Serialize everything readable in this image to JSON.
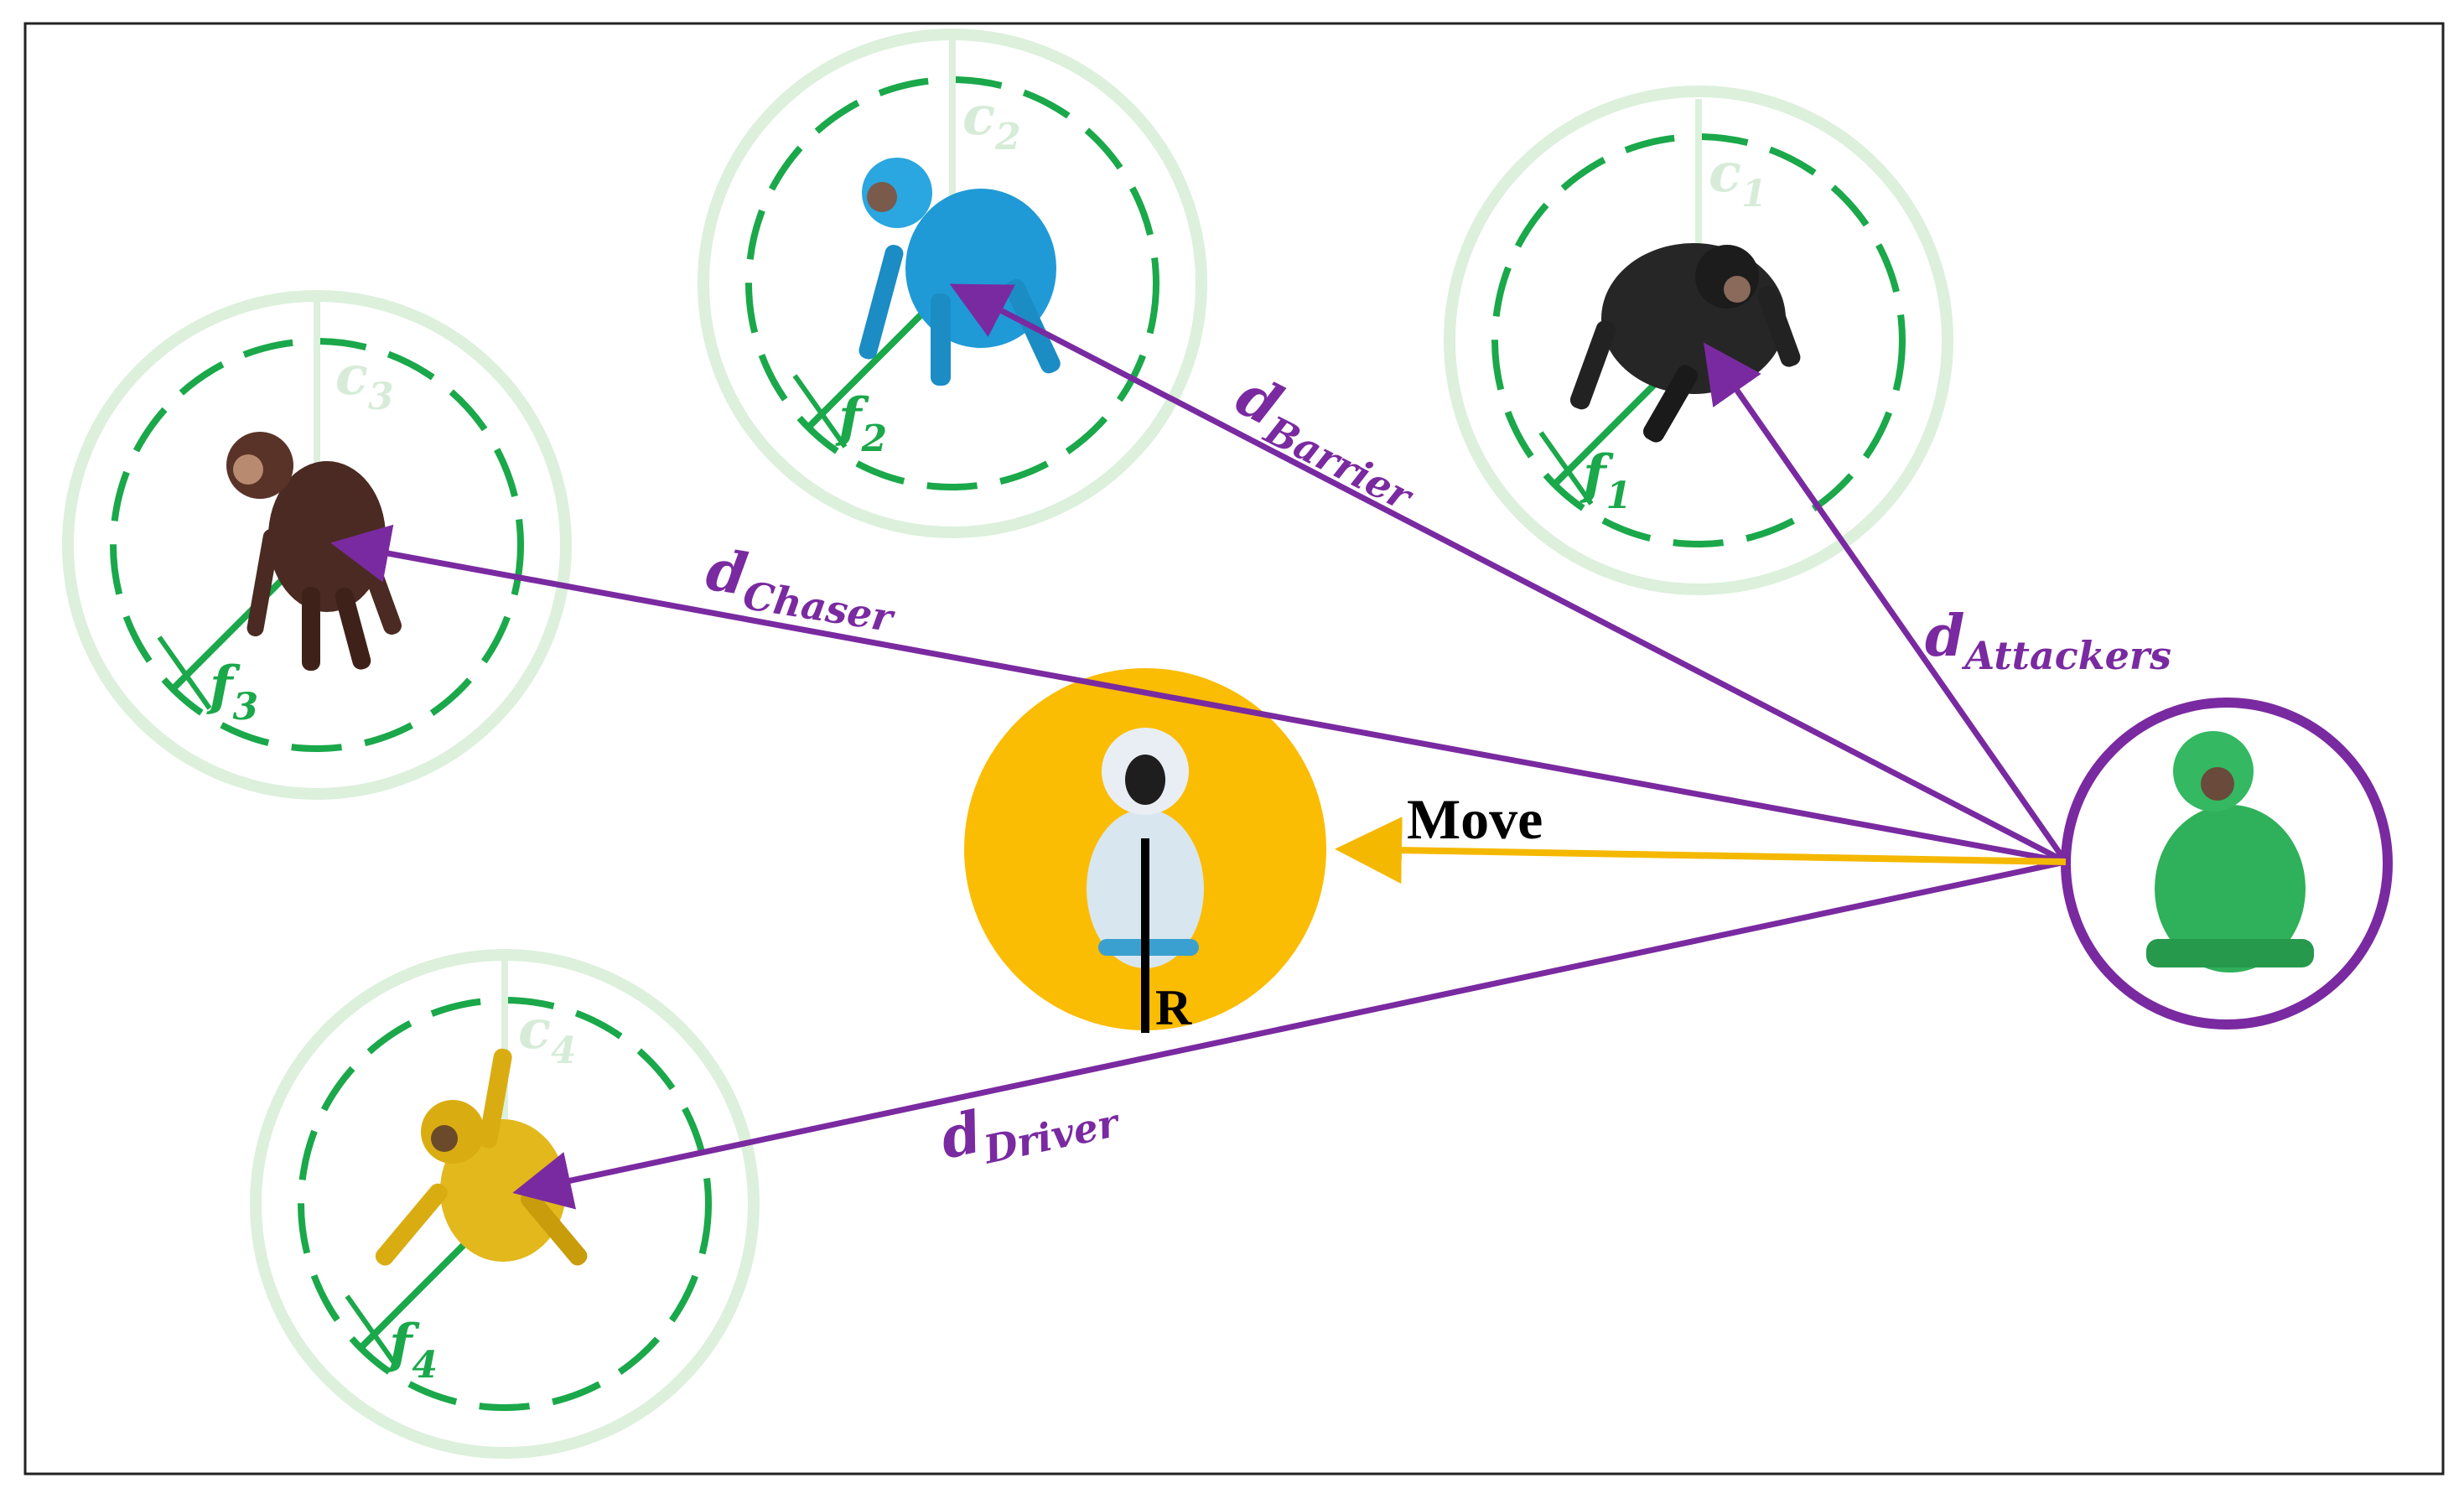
{
  "colors": {
    "ring_pale": "#dcf0dc",
    "ring_dash": "#1aa84a",
    "arrow": "#7a2aa0",
    "move_arrow": "#f5b800",
    "prey_fill": "#fbbc04",
    "self_ring": "#7a2aa0"
  },
  "labels": {
    "d_chaser": {
      "main": "d",
      "sub": "Chaser"
    },
    "d_barrier": {
      "main": "d",
      "sub": "Barrier"
    },
    "d_attackers": {
      "main": "d",
      "sub": "Attackers"
    },
    "d_driver": {
      "main": "d",
      "sub": "Driver"
    },
    "move": "Move",
    "radius": "R"
  },
  "chimps": [
    {
      "id": "attacker",
      "c_main": "c",
      "c_sub": "1",
      "f_main": "f",
      "f_sub": "1",
      "icon": "black-chimp-icon"
    },
    {
      "id": "barrier",
      "c_main": "c",
      "c_sub": "2",
      "f_main": "f",
      "f_sub": "2",
      "icon": "blue-chimp-icon"
    },
    {
      "id": "chaser",
      "c_main": "c",
      "c_sub": "3",
      "f_main": "f",
      "f_sub": "3",
      "icon": "brown-chimp-icon"
    },
    {
      "id": "driver",
      "c_main": "c",
      "c_sub": "4",
      "f_main": "f",
      "f_sub": "4",
      "icon": "yellow-chimp-icon"
    }
  ],
  "prey_icon": "white-monkey-icon",
  "self_icon": "green-chimp-icon"
}
